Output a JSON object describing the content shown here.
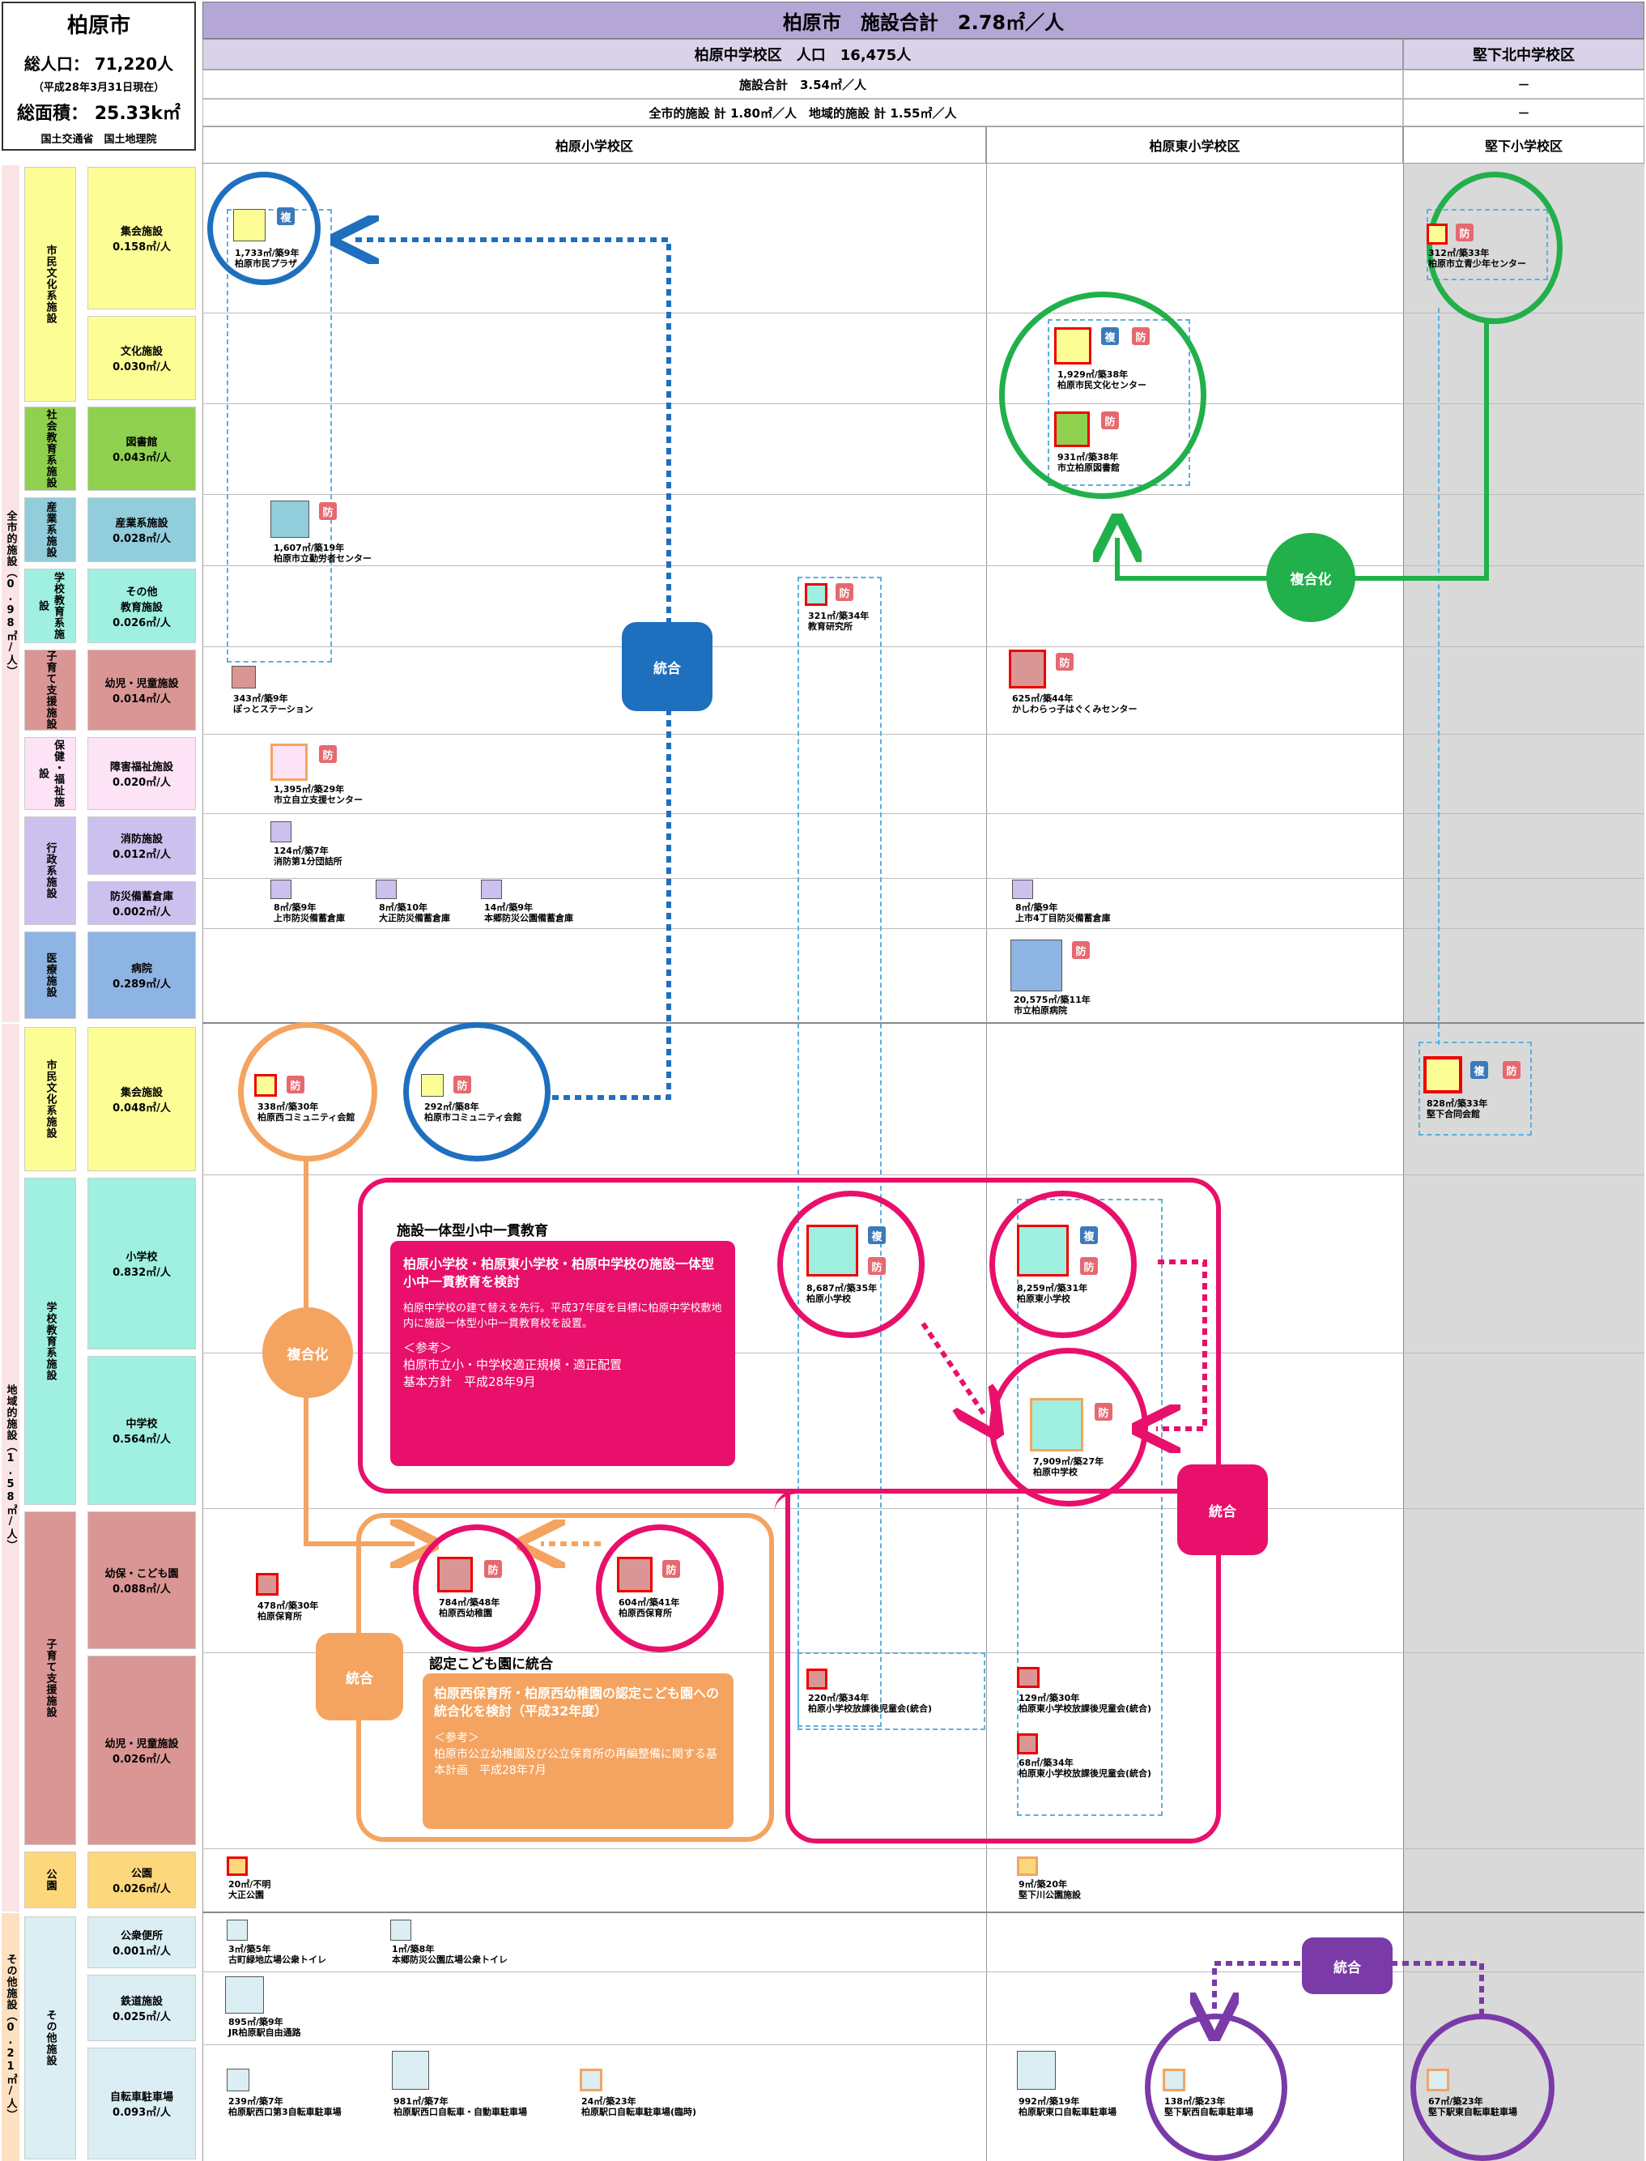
{
  "city": {
    "name": "柏原市",
    "population": "総人口： 71,220人",
    "as_of": "（平成28年3月31日現在）",
    "area": "総面積： 25.33k㎡",
    "source": "国土交通省　国土地理院"
  },
  "header": {
    "title": "柏原市　施設合計　2.78㎡／人",
    "district_main": "柏原中学校区　人口　16,475人",
    "district_other": "堅下北中学校区",
    "total_row": "施設合計　3.54㎡／人",
    "split_row": "全市的施設 計 1.80㎡／人　地域的施設 計 1.55㎡／人",
    "dash1": "－",
    "dash2": "－",
    "sub_a": "柏原小学校区",
    "sub_b": "柏原東小学校区",
    "sub_c": "堅下小学校区"
  },
  "groups": [
    {
      "label": "全市的施設（0.98㎡/人）"
    },
    {
      "label": "地域的施設（1.58㎡/人）"
    },
    {
      "label": "その他施設（0.21㎡/人）"
    }
  ],
  "categories": [
    {
      "label": "市民文化系施設"
    },
    {
      "label": "社会教育系施設"
    },
    {
      "label": "産業系施設"
    },
    {
      "label": "学校教育系施設"
    },
    {
      "label": "子育て支援施設"
    },
    {
      "label": "保健・福祉施設"
    },
    {
      "label": "行政系施設"
    },
    {
      "label": "医療施設"
    },
    {
      "label": "市民文化系施設"
    },
    {
      "label": "学校教育系施設"
    },
    {
      "label": "子育て支援施設"
    },
    {
      "label": "公園"
    },
    {
      "label": "その他施設"
    }
  ],
  "types": [
    {
      "label": "集会施設\n0.158㎡/人"
    },
    {
      "label": "文化施設\n0.030㎡/人"
    },
    {
      "label": "図書館\n0.043㎡/人"
    },
    {
      "label": "産業系施設\n0.028㎡/人"
    },
    {
      "label": "その他\n教育施設\n0.026㎡/人"
    },
    {
      "label": "幼児・児童施設\n0.014㎡/人"
    },
    {
      "label": "障害福祉施設\n0.020㎡/人"
    },
    {
      "label": "消防施設\n0.012㎡/人"
    },
    {
      "label": "防災備蓄倉庫\n0.002㎡/人"
    },
    {
      "label": "病院\n0.289㎡/人"
    },
    {
      "label": "集会施設\n0.048㎡/人"
    },
    {
      "label": "小学校\n0.832㎡/人"
    },
    {
      "label": "中学校\n0.564㎡/人"
    },
    {
      "label": "幼保・こども園\n0.088㎡/人"
    },
    {
      "label": "幼児・児童施設\n0.026㎡/人"
    },
    {
      "label": "公園\n0.026㎡/人"
    },
    {
      "label": "公衆便所\n0.001㎡/人"
    },
    {
      "label": "鉄道施設\n0.025㎡/人"
    },
    {
      "label": "自転車駐車場\n0.093㎡/人"
    }
  ],
  "facilities": [
    {
      "l1": "1,733㎡/築9年",
      "l2": "柏原市民プラザ"
    },
    {
      "l1": "312㎡/築33年",
      "l2": "柏原市立青少年センター"
    },
    {
      "l1": "1,929㎡/築38年",
      "l2": "柏原市民文化センター"
    },
    {
      "l1": "931㎡/築38年",
      "l2": "市立柏原図書館"
    },
    {
      "l1": "1,607㎡/築19年",
      "l2": "柏原市立勤労者センター"
    },
    {
      "l1": "321㎡/築34年",
      "l2": "教育研究所"
    },
    {
      "l1": "343㎡/築9年",
      "l2": "ぽっとステーション"
    },
    {
      "l1": "625㎡/築44年",
      "l2": "かしわらっ子はぐくみセンター"
    },
    {
      "l1": "1,395㎡/築29年",
      "l2": "市立自立支援センター"
    },
    {
      "l1": "124㎡/築7年",
      "l2": "消防第1分団詰所"
    },
    {
      "l1": "8㎡/築9年",
      "l2": "上市防災備蓄倉庫"
    },
    {
      "l1": "8㎡/築10年",
      "l2": "大正防災備蓄倉庫"
    },
    {
      "l1": "14㎡/築9年",
      "l2": "本郷防災公園備蓄倉庫"
    },
    {
      "l1": "8㎡/築9年",
      "l2": "上市4丁目防災備蓄倉庫"
    },
    {
      "l1": "20,575㎡/築11年",
      "l2": "市立柏原病院"
    },
    {
      "l1": "338㎡/築30年",
      "l2": "柏原西コミュニティ会館"
    },
    {
      "l1": "292㎡/築8年",
      "l2": "柏原市コミュニティ会館"
    },
    {
      "l1": "828㎡/築33年",
      "l2": "堅下合同会館"
    },
    {
      "l1": "8,687㎡/築35年",
      "l2": "柏原小学校"
    },
    {
      "l1": "8,259㎡/築31年",
      "l2": "柏原東小学校"
    },
    {
      "l1": "7,909㎡/築27年",
      "l2": "柏原中学校"
    },
    {
      "l1": "478㎡/築30年",
      "l2": "柏原保育所"
    },
    {
      "l1": "784㎡/築48年",
      "l2": "柏原西幼稚園"
    },
    {
      "l1": "604㎡/築41年",
      "l2": "柏原西保育所"
    },
    {
      "l1": "220㎡/築34年",
      "l2": "柏原小学校放課後児童会(統合)"
    },
    {
      "l1": "129㎡/築30年",
      "l2": "柏原東小学校放課後児童会(統合)"
    },
    {
      "l1": "68㎡/築34年",
      "l2": "柏原東小学校放課後児童会(統合)"
    },
    {
      "l1": "20㎡/不明",
      "l2": "大正公園"
    },
    {
      "l1": "9㎡/築20年",
      "l2": "堅下川公園施設"
    },
    {
      "l1": "3㎡/築5年",
      "l2": "古町緑地広場公衆トイレ"
    },
    {
      "l1": "1㎡/築8年",
      "l2": "本郷防災公園広場公衆トイレ"
    },
    {
      "l1": "895㎡/築9年",
      "l2": "JR柏原駅自由通路"
    },
    {
      "l1": "239㎡/築7年",
      "l2": "柏原駅西口第3自転車駐車場"
    },
    {
      "l1": "981㎡/築7年",
      "l2": "柏原駅西口自転車・自動車駐車場"
    },
    {
      "l1": "24㎡/築23年",
      "l2": "柏原駅口自転車駐車場(臨時)"
    },
    {
      "l1": "992㎡/築19年",
      "l2": "柏原駅東口自転車駐車場"
    },
    {
      "l1": "138㎡/築23年",
      "l2": "堅下駅西自転車駐車場"
    },
    {
      "l1": "67㎡/築23年",
      "l2": "堅下駅東自転車駐車場"
    }
  ],
  "badges": {
    "fuku": "複",
    "bou": "防"
  },
  "actions": {
    "tougou": "統合",
    "fukugou": "複合化"
  },
  "notes": {
    "school_title": "施設一体型小中一貫教育",
    "school_head": "柏原小学校・柏原東小学校・柏原中学校の施設一体型小中一貫教育を検討",
    "school_body": "柏原中学校の建て替えを先行。平成37年度を目標に柏原中学校敷地内に施設一体型小中一貫教育校を設置。",
    "school_ref": "＜参考＞\n柏原市立小・中学校適正規模・適正配置\n基本方針　平成28年9月",
    "kodomo_title": "認定こども園に統合",
    "kodomo_head": "柏原西保育所・柏原西幼稚園の認定こども園への統合化を検討（平成32年度）",
    "kodomo_ref": "＜参考＞\n柏原市公立幼稚園及び公立保育所の再編整備に関する基本計画　平成28年7月"
  },
  "colors": {
    "purple_header": "#b4a7d6",
    "lavender": "#d9d2e9",
    "blue": "#1f6fbf",
    "green": "#21b04b",
    "orange": "#f4a460",
    "pink": "#e8106a",
    "violet": "#7a3aa8"
  }
}
